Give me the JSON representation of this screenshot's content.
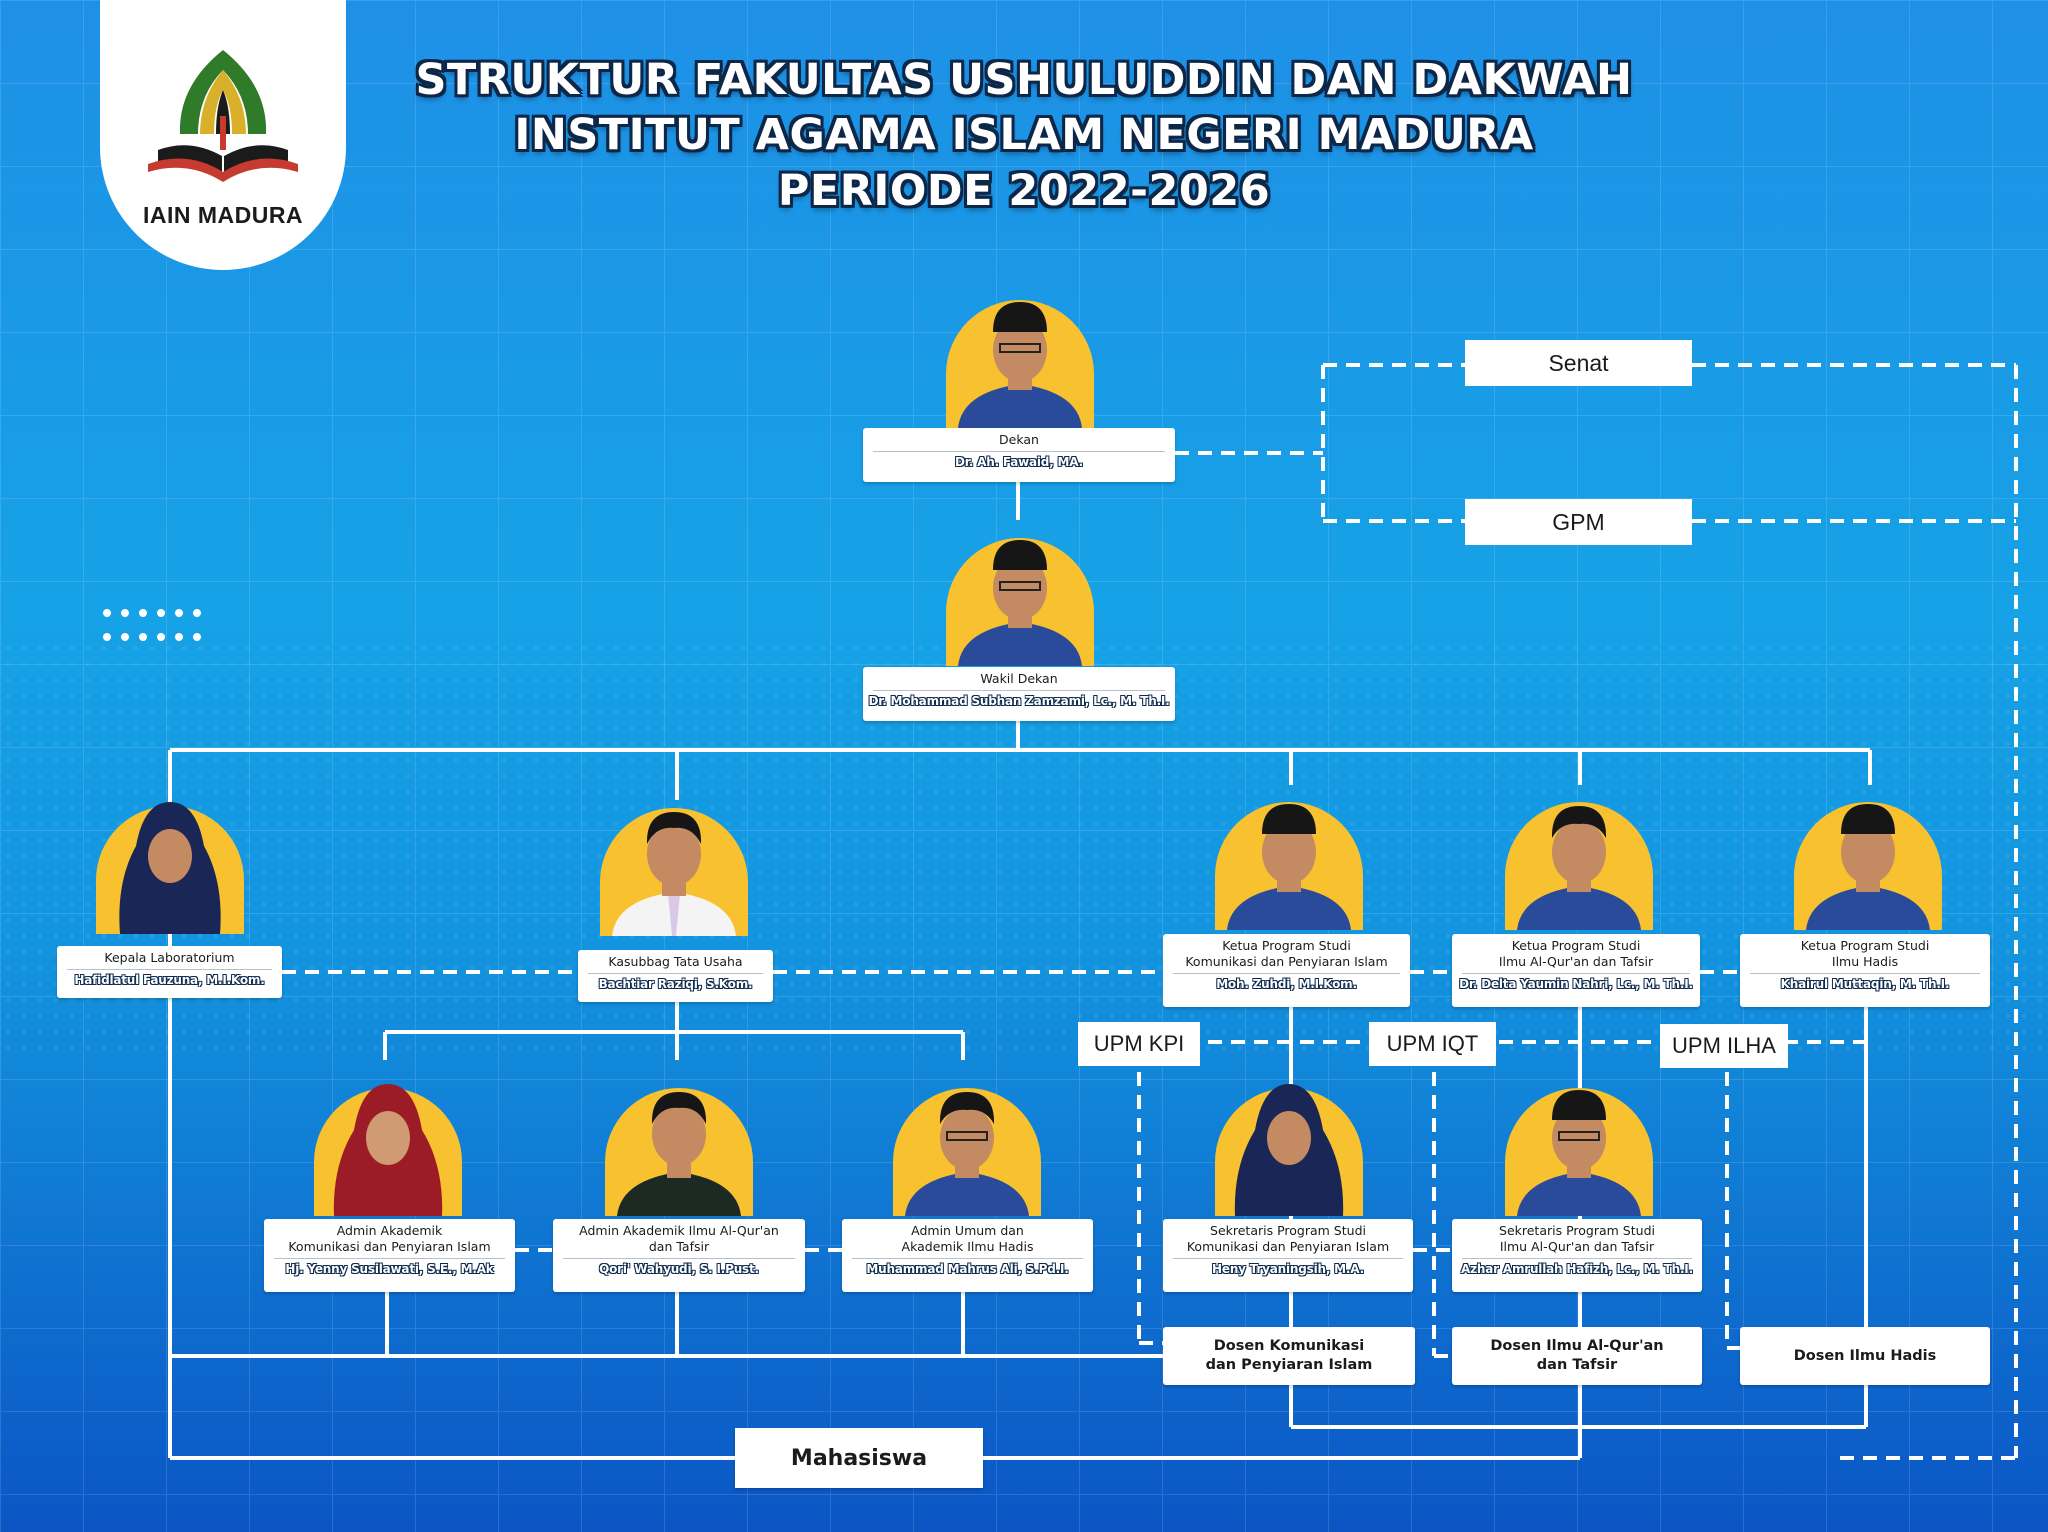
{
  "header": {
    "title_lines": [
      "STRUKTUR FAKULTAS USHULUDDIN DAN DAKWAH",
      "INSTITUT AGAMA ISLAM NEGERI MADURA",
      "PERIODE 2022-2026"
    ],
    "logo_text": "IAIN MADURA"
  },
  "colors": {
    "background_top": "#1e90e6",
    "background_bottom": "#0b55c4",
    "photo_arch": "#f7c12f",
    "card": "#ffffff",
    "title_outline": "#0d2748"
  },
  "org": {
    "dekan": {
      "role": "Dekan",
      "name": "Dr. Ah. Fawaid, MA."
    },
    "wakil_dekan": {
      "role": "Wakil Dekan",
      "name": "Dr. Mohammad Subhan Zamzami, Lc., M. Th.I."
    },
    "kepala_lab": {
      "role": "Kepala Laboratorium",
      "name": "Hafidlatul Fauzuna, M.I.Kom."
    },
    "kasubbag": {
      "role": "Kasubbag Tata Usaha",
      "name": "Bachtiar Raziqi, S.Kom."
    },
    "kaprodi_kpi": {
      "role_lines": [
        "Ketua Program Studi",
        "Komunikasi dan Penyiaran Islam"
      ],
      "name": "Moh. Zuhdi, M.I.Kom."
    },
    "kaprodi_iqt": {
      "role_lines": [
        "Ketua Program Studi",
        "Ilmu Al-Qur'an dan Tafsir"
      ],
      "name": "Dr. Delta Yaumin Nahri, Lc., M. Th.I."
    },
    "kaprodi_ilha": {
      "role_lines": [
        "Ketua Program Studi",
        "Ilmu Hadis"
      ],
      "name": "Khairul Muttaqin, M. Th.I."
    },
    "admin_kpi": {
      "role_lines": [
        "Admin Akademik",
        "Komunikasi dan Penyiaran Islam"
      ],
      "name": "Hj. Yenny Susilawati, S.E., M.Ak"
    },
    "admin_iqt": {
      "role_lines": [
        "Admin Akademik Ilmu Al-Qur'an",
        "dan Tafsir"
      ],
      "name": "Qori' Wahyudi,  S. I.Pust."
    },
    "admin_umum": {
      "role_lines": [
        "Admin Umum dan",
        "Akademik Ilmu Hadis"
      ],
      "name": "Muhammad Mahrus Ali, S.Pd.I."
    },
    "sekprodi_kpi": {
      "role_lines": [
        "Sekretaris Program Studi",
        "Komunikasi dan Penyiaran Islam"
      ],
      "name": "Heny Tryaningsih,  M.A."
    },
    "sekprodi_iqt": {
      "role_lines": [
        "Sekretaris Program Studi",
        "Ilmu Al-Qur'an dan Tafsir"
      ],
      "name": "Azhar Amrullah Hafizh, Lc., M. Th.I."
    },
    "dosen_kpi": {
      "role_lines": [
        "Dosen Komunikasi",
        "dan Penyiaran Islam"
      ]
    },
    "dosen_iqt": {
      "role_lines": [
        "Dosen Ilmu Al-Qur'an",
        "dan Tafsir"
      ]
    },
    "dosen_ilha": {
      "role_lines": [
        "Dosen Ilmu Hadis"
      ]
    },
    "mahasiswa": {
      "label": "Mahasiswa"
    }
  },
  "bodies": {
    "senat": "Senat",
    "gpm": "GPM",
    "upm_kpi": "UPM KPI",
    "upm_iqt": "UPM IQT",
    "upm_ilha": "UPM ILHA"
  }
}
